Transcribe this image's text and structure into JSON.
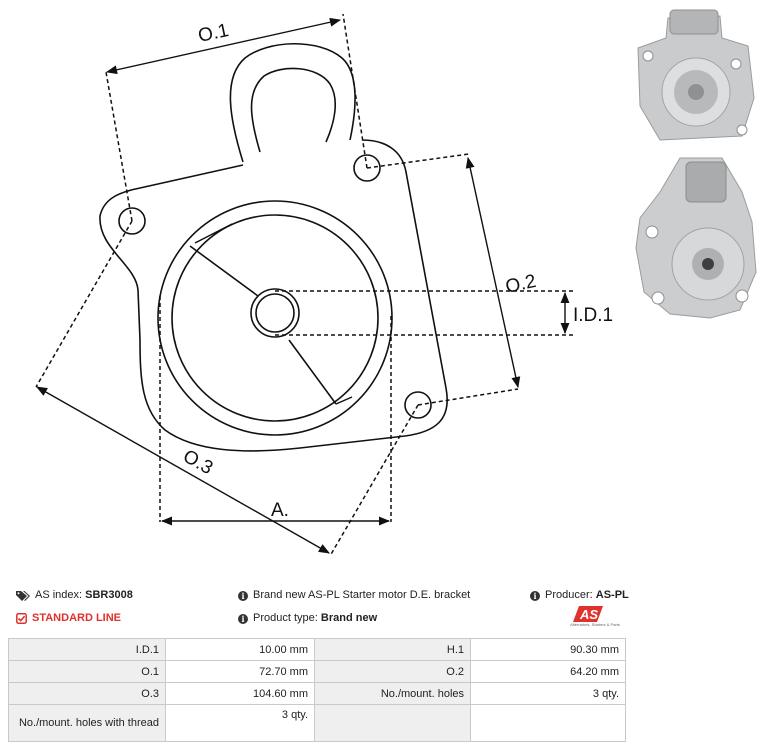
{
  "diagram": {
    "labels": {
      "o1": "O.1",
      "o2": "O.2",
      "o3": "O.3",
      "id1": "I.D.1",
      "a": "A."
    }
  },
  "header": {
    "as_index_label": "AS index:",
    "as_index_value": "SBR3008",
    "description": "Brand new AS-PL Starter motor D.E. bracket",
    "producer_label": "Producer:",
    "producer_value": "AS-PL",
    "line": "STANDARD LINE",
    "product_type_label": "Product type:",
    "product_type_value": "Brand new",
    "logo_text": "AS",
    "logo_tagline": "Alternators, Starters & Parts"
  },
  "specs": {
    "rows": [
      [
        {
          "label": "I.D.1",
          "value": "10.00 mm"
        },
        {
          "label": "H.1",
          "value": "90.30 mm"
        }
      ],
      [
        {
          "label": "O.1",
          "value": "72.70 mm"
        },
        {
          "label": "O.2",
          "value": "64.20 mm"
        }
      ],
      [
        {
          "label": "O.3",
          "value": "104.60 mm"
        },
        {
          "label": "No./mount. holes",
          "value": "3 qty."
        }
      ],
      [
        {
          "label": "No./mount. holes with thread",
          "value": "3 qty."
        },
        {
          "label": "",
          "value": ""
        }
      ]
    ]
  },
  "colors": {
    "accent_red": "#e0312c",
    "label_bg": "#efefef",
    "border": "#c9c9c9"
  }
}
